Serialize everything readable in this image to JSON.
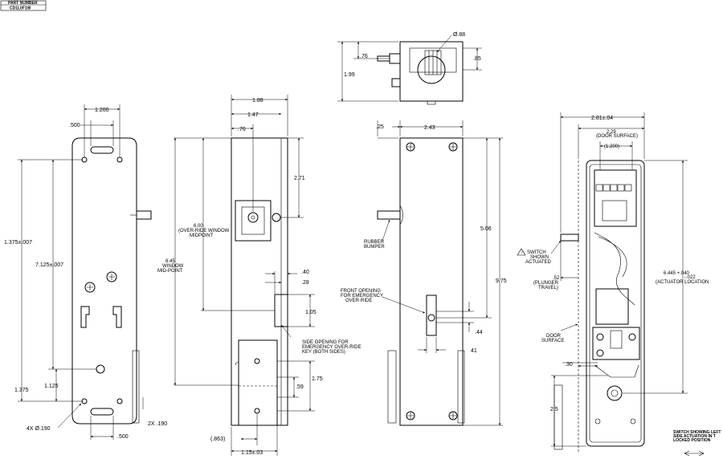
{
  "title_block": {
    "label": "PART NUMBER",
    "value": "CD1L0F1W"
  },
  "view_left": {
    "dim_top": "1.200",
    "dim_tab": ".500",
    "dim_height_total": "1.375±.007",
    "dim_height_mid": "7.125±.007",
    "dim_low": "1.125",
    "dim_bottom": "1.375",
    "dim_holes": "4X Ø.190",
    "dim_bottom_width": ".500",
    "dim_flange": "2X .190"
  },
  "view_side": {
    "dim_188": "1.88",
    "dim_147": "1.47",
    "dim_76": ".76",
    "dim_271": "2.71",
    "dim_600": "6.00\n(OVER-RIDE WINDOW\nMIDPOINT",
    "dim_845": "8.45\nWINDOW\nMID-POINT",
    "dim_40": ".40",
    "dim_28": ".28",
    "dim_105": "1.05",
    "note_side_opening": "SIDE OPENING FOR\nEMERGENCY OVER-RIDE\nKEY (BOTH SIDES)",
    "dim_175": "1.75",
    "dim_59": ".59",
    "dim_863": "(.863)",
    "dim_115": "1.15±.03"
  },
  "view_top": {
    "dim_dia": "Ø.88",
    "dim_76": ".76",
    "dim_85": ".85",
    "dim_199": "1.99"
  },
  "view_front": {
    "dim_25": ".25",
    "dim_243": "2.43",
    "dim_506": "5.06",
    "dim_975": "9.75",
    "note_bumper": "RUBBER\nBUMPER",
    "note_front_opening": "FRONT OPENING\nFOR EMERGENCY\nOVER-RIDE",
    "dim_44": ".44",
    "dim_41": "41"
  },
  "view_right": {
    "dim_281": "2.81±.04",
    "dim_229": "2.29\n(DOOR SURFACE)",
    "dim_1200": "(1.200)",
    "note_switch": "SWITCH\nSHOWN\nACTUATED",
    "dim_52": ".52\n(PLUNGER\nTRAVEL)",
    "dim_6445": "6.445 +.040\n-.022\nACTUATOR LOCATION",
    "note_door": "DOOR\nSURFACE",
    "dim_30": ".30",
    "dim_25": "2.5",
    "caption": "SWITCH SHOWING LEFT\nSIDE ACTUATION IN T\nLOCKED POSITION"
  }
}
